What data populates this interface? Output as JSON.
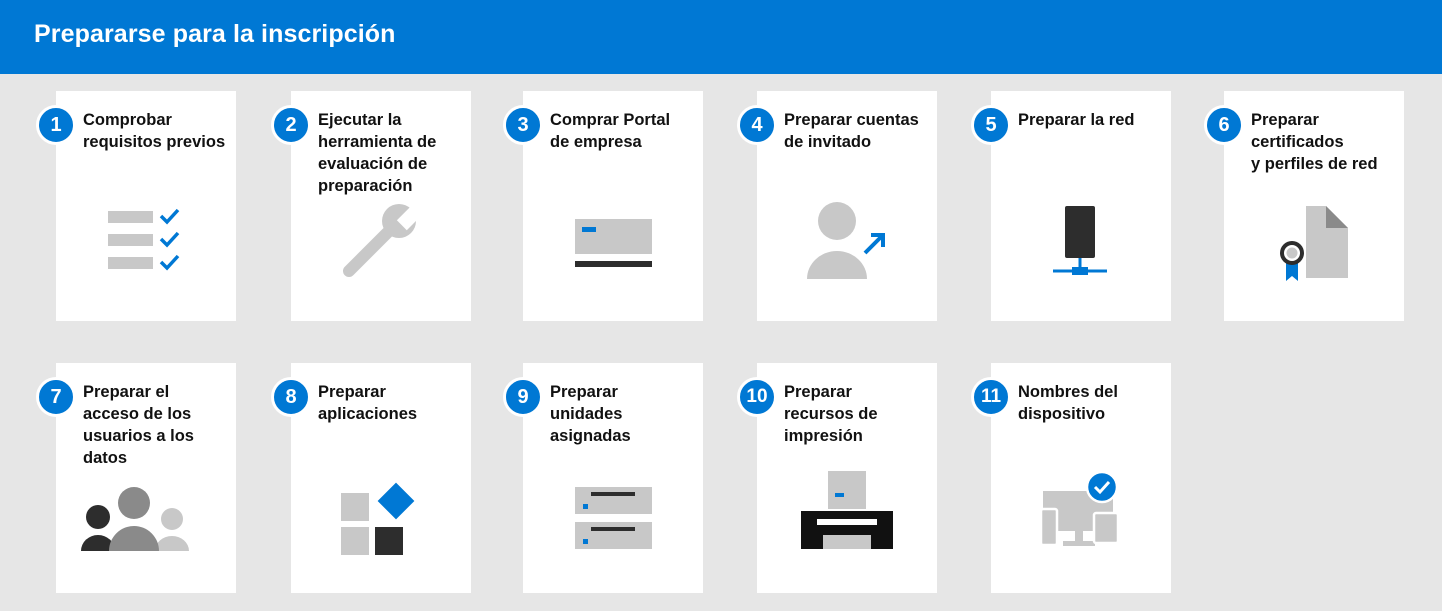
{
  "header": {
    "title": "Prepararse para la inscripción"
  },
  "steps": [
    {
      "num": "1",
      "lines": [
        "Comprobar",
        "requisitos previos"
      ]
    },
    {
      "num": "2",
      "lines": [
        "Ejecutar la",
        "herramienta de",
        "evaluación de",
        "preparación"
      ]
    },
    {
      "num": "3",
      "lines": [
        "Comprar Portal",
        "de empresa"
      ]
    },
    {
      "num": "4",
      "lines": [
        "Preparar cuentas",
        "de invitado"
      ]
    },
    {
      "num": "5",
      "lines": [
        "Preparar la red"
      ]
    },
    {
      "num": "6",
      "lines": [
        "Preparar",
        "certificados",
        "y perfiles de red"
      ]
    },
    {
      "num": "7",
      "lines": [
        "Preparar el",
        "acceso de los",
        "usuarios a los",
        "datos"
      ]
    },
    {
      "num": "8",
      "lines": [
        "Preparar",
        "aplicaciones"
      ]
    },
    {
      "num": "9",
      "lines": [
        "Preparar",
        "unidades",
        "asignadas"
      ]
    },
    {
      "num": "10",
      "lines": [
        "Preparar",
        "recursos de",
        "impresión"
      ]
    },
    {
      "num": "11",
      "lines": [
        "Nombres del",
        "dispositivo"
      ]
    }
  ],
  "colors": {
    "accent": "#0078d4",
    "icon_gray": "#c8c8c8",
    "icon_dark": "#2d2d2d",
    "background": "#e6e6e6"
  },
  "icons": [
    "checklist-icon",
    "wrench-icon",
    "card-icon",
    "guest-user-icon",
    "network-device-icon",
    "certificate-icon",
    "users-group-icon",
    "apps-icon",
    "mapped-drives-icon",
    "printer-icon",
    "devices-check-icon"
  ]
}
